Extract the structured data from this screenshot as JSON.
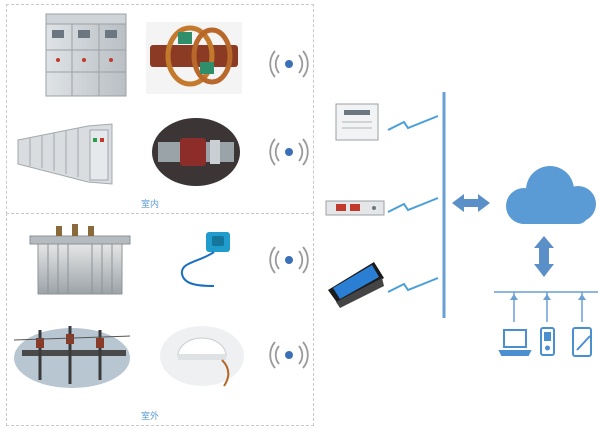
{
  "zones": {
    "indoor": {
      "label": "室内"
    },
    "outdoor": {
      "label": "室外"
    }
  },
  "equipment": {
    "indoor": [
      "switchgear-cabinet",
      "busbar-sensor-coil",
      "switchgear-row",
      "cable-joint-sensor"
    ],
    "outdoor": [
      "oil-transformer",
      "clamp-temperature-sensor",
      "overhead-line-switch",
      "dome-sensor"
    ]
  },
  "receivers": [
    "wall-panel-receiver",
    "rack-unit-receiver",
    "touch-screen-terminal"
  ],
  "terminals": [
    "laptop-icon",
    "mobile-phone-icon",
    "tablet-icon"
  ],
  "colors": {
    "accent": "#5b9bd5",
    "cloud": "#5b9bd5",
    "bus": "#6a9fd4",
    "dashed_border": "#c9c9c9"
  }
}
